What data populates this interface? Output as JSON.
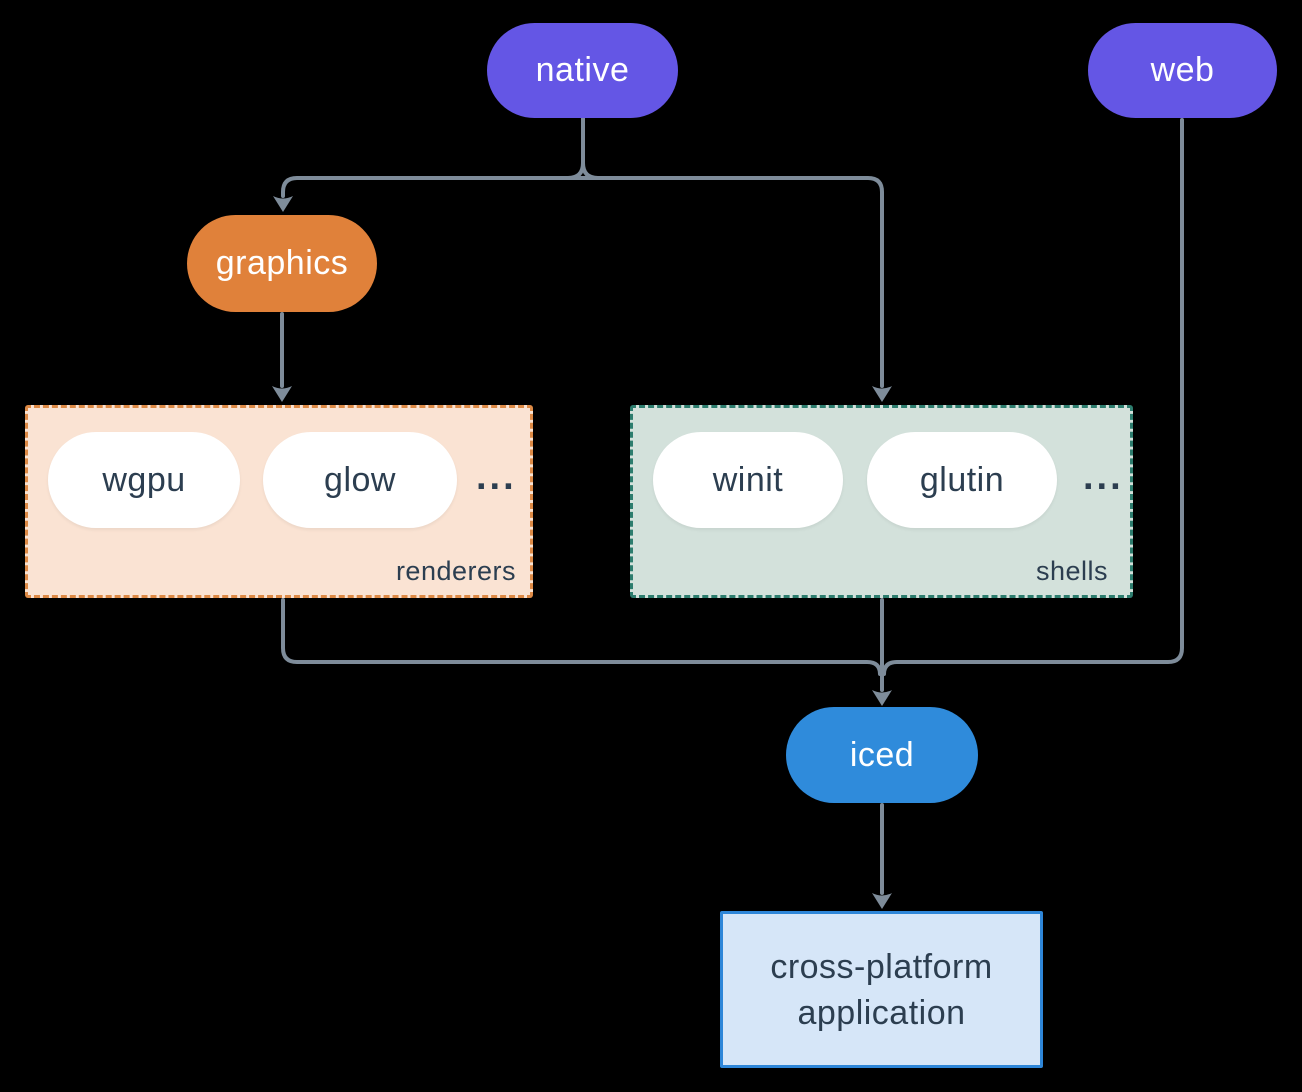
{
  "nodes": {
    "native": {
      "label": "native"
    },
    "web": {
      "label": "web"
    },
    "graphics": {
      "label": "graphics"
    },
    "iced": {
      "label": "iced"
    },
    "application": {
      "label_line1": "cross-platform",
      "label_line2": "application"
    }
  },
  "groups": {
    "renderers": {
      "label": "renderers",
      "items": [
        "wgpu",
        "glow"
      ],
      "ellipsis": "..."
    },
    "shells": {
      "label": "shells",
      "items": [
        "winit",
        "glutin"
      ],
      "ellipsis": "..."
    }
  },
  "colors": {
    "background": "#000000",
    "purple_node": "#6456e5",
    "orange_node": "#e0813a",
    "blue_node": "#2f8bdb",
    "white_node": "#ffffff",
    "renderers_fill": "#fae3d3",
    "renderers_border": "#dd8a46",
    "shells_fill": "#d3e1db",
    "shells_border": "#2d7d6e",
    "application_fill": "#d6e6f8",
    "application_border": "#2e86d8",
    "connector": "#7e8c9a",
    "dark_text": "#2c3e50",
    "light_text": "#ffffff"
  }
}
